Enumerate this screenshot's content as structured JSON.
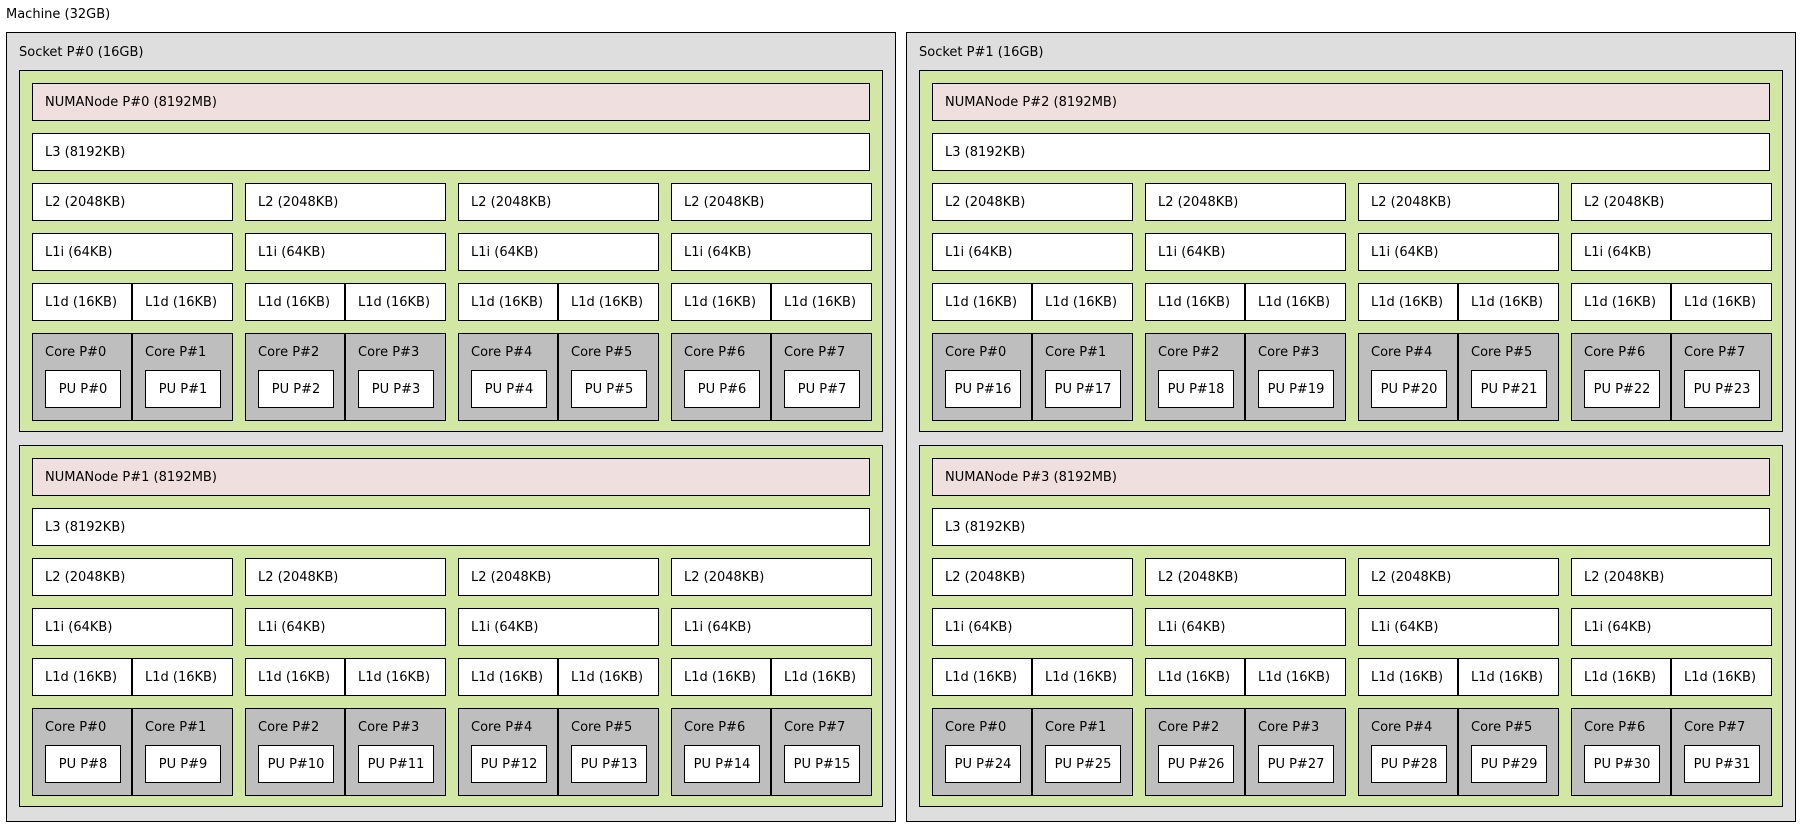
{
  "machine": {
    "label": "Machine (32GB)"
  },
  "sockets": [
    {
      "label": "Socket P#0 (16GB)",
      "numa": [
        {
          "label": "NUMANode P#0 (8192MB)",
          "l3": "L3 (8192KB)",
          "groups": [
            {
              "l2": "L2 (2048KB)",
              "l1i": "L1i (64KB)",
              "l1d": [
                "L1d (16KB)",
                "L1d (16KB)"
              ],
              "cores": [
                {
                  "label": "Core P#0",
                  "pu": "PU P#0"
                },
                {
                  "label": "Core P#1",
                  "pu": "PU P#1"
                }
              ]
            },
            {
              "l2": "L2 (2048KB)",
              "l1i": "L1i (64KB)",
              "l1d": [
                "L1d (16KB)",
                "L1d (16KB)"
              ],
              "cores": [
                {
                  "label": "Core P#2",
                  "pu": "PU P#2"
                },
                {
                  "label": "Core P#3",
                  "pu": "PU P#3"
                }
              ]
            },
            {
              "l2": "L2 (2048KB)",
              "l1i": "L1i (64KB)",
              "l1d": [
                "L1d (16KB)",
                "L1d (16KB)"
              ],
              "cores": [
                {
                  "label": "Core P#4",
                  "pu": "PU P#4"
                },
                {
                  "label": "Core P#5",
                  "pu": "PU P#5"
                }
              ]
            },
            {
              "l2": "L2 (2048KB)",
              "l1i": "L1i (64KB)",
              "l1d": [
                "L1d (16KB)",
                "L1d (16KB)"
              ],
              "cores": [
                {
                  "label": "Core P#6",
                  "pu": "PU P#6"
                },
                {
                  "label": "Core P#7",
                  "pu": "PU P#7"
                }
              ]
            }
          ]
        },
        {
          "label": "NUMANode P#1 (8192MB)",
          "l3": "L3 (8192KB)",
          "groups": [
            {
              "l2": "L2 (2048KB)",
              "l1i": "L1i (64KB)",
              "l1d": [
                "L1d (16KB)",
                "L1d (16KB)"
              ],
              "cores": [
                {
                  "label": "Core P#0",
                  "pu": "PU P#8"
                },
                {
                  "label": "Core P#1",
                  "pu": "PU P#9"
                }
              ]
            },
            {
              "l2": "L2 (2048KB)",
              "l1i": "L1i (64KB)",
              "l1d": [
                "L1d (16KB)",
                "L1d (16KB)"
              ],
              "cores": [
                {
                  "label": "Core P#2",
                  "pu": "PU P#10"
                },
                {
                  "label": "Core P#3",
                  "pu": "PU P#11"
                }
              ]
            },
            {
              "l2": "L2 (2048KB)",
              "l1i": "L1i (64KB)",
              "l1d": [
                "L1d (16KB)",
                "L1d (16KB)"
              ],
              "cores": [
                {
                  "label": "Core P#4",
                  "pu": "PU P#12"
                },
                {
                  "label": "Core P#5",
                  "pu": "PU P#13"
                }
              ]
            },
            {
              "l2": "L2 (2048KB)",
              "l1i": "L1i (64KB)",
              "l1d": [
                "L1d (16KB)",
                "L1d (16KB)"
              ],
              "cores": [
                {
                  "label": "Core P#6",
                  "pu": "PU P#14"
                },
                {
                  "label": "Core P#7",
                  "pu": "PU P#15"
                }
              ]
            }
          ]
        }
      ]
    },
    {
      "label": "Socket P#1 (16GB)",
      "numa": [
        {
          "label": "NUMANode P#2 (8192MB)",
          "l3": "L3 (8192KB)",
          "groups": [
            {
              "l2": "L2 (2048KB)",
              "l1i": "L1i (64KB)",
              "l1d": [
                "L1d (16KB)",
                "L1d (16KB)"
              ],
              "cores": [
                {
                  "label": "Core P#0",
                  "pu": "PU P#16"
                },
                {
                  "label": "Core P#1",
                  "pu": "PU P#17"
                }
              ]
            },
            {
              "l2": "L2 (2048KB)",
              "l1i": "L1i (64KB)",
              "l1d": [
                "L1d (16KB)",
                "L1d (16KB)"
              ],
              "cores": [
                {
                  "label": "Core P#2",
                  "pu": "PU P#18"
                },
                {
                  "label": "Core P#3",
                  "pu": "PU P#19"
                }
              ]
            },
            {
              "l2": "L2 (2048KB)",
              "l1i": "L1i (64KB)",
              "l1d": [
                "L1d (16KB)",
                "L1d (16KB)"
              ],
              "cores": [
                {
                  "label": "Core P#4",
                  "pu": "PU P#20"
                },
                {
                  "label": "Core P#5",
                  "pu": "PU P#21"
                }
              ]
            },
            {
              "l2": "L2 (2048KB)",
              "l1i": "L1i (64KB)",
              "l1d": [
                "L1d (16KB)",
                "L1d (16KB)"
              ],
              "cores": [
                {
                  "label": "Core P#6",
                  "pu": "PU P#22"
                },
                {
                  "label": "Core P#7",
                  "pu": "PU P#23"
                }
              ]
            }
          ]
        },
        {
          "label": "NUMANode P#3 (8192MB)",
          "l3": "L3 (8192KB)",
          "groups": [
            {
              "l2": "L2 (2048KB)",
              "l1i": "L1i (64KB)",
              "l1d": [
                "L1d (16KB)",
                "L1d (16KB)"
              ],
              "cores": [
                {
                  "label": "Core P#0",
                  "pu": "PU P#24"
                },
                {
                  "label": "Core P#1",
                  "pu": "PU P#25"
                }
              ]
            },
            {
              "l2": "L2 (2048KB)",
              "l1i": "L1i (64KB)",
              "l1d": [
                "L1d (16KB)",
                "L1d (16KB)"
              ],
              "cores": [
                {
                  "label": "Core P#2",
                  "pu": "PU P#26"
                },
                {
                  "label": "Core P#3",
                  "pu": "PU P#27"
                }
              ]
            },
            {
              "l2": "L2 (2048KB)",
              "l1i": "L1i (64KB)",
              "l1d": [
                "L1d (16KB)",
                "L1d (16KB)"
              ],
              "cores": [
                {
                  "label": "Core P#4",
                  "pu": "PU P#28"
                },
                {
                  "label": "Core P#5",
                  "pu": "PU P#29"
                }
              ]
            },
            {
              "l2": "L2 (2048KB)",
              "l1i": "L1i (64KB)",
              "l1d": [
                "L1d (16KB)",
                "L1d (16KB)"
              ],
              "cores": [
                {
                  "label": "Core P#6",
                  "pu": "PU P#30"
                },
                {
                  "label": "Core P#7",
                  "pu": "PU P#31"
                }
              ]
            }
          ]
        }
      ]
    }
  ]
}
